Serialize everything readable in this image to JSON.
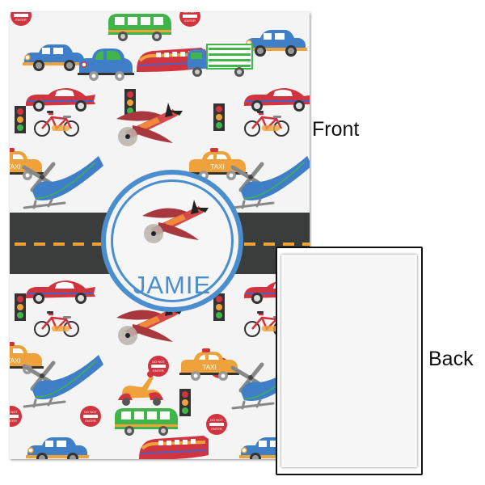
{
  "product": {
    "front_label": "Front",
    "back_label": "Back",
    "personalized_name": "JAMIE",
    "pattern_theme": "transportation",
    "pattern_items": [
      "car",
      "sports-car",
      "bus",
      "train",
      "truck",
      "taxi",
      "bicycle",
      "helicopter",
      "airplane",
      "scooter",
      "traffic-light",
      "do-not-enter-sign"
    ],
    "sign_text": {
      "do_not": "DO NOT",
      "enter": "ENTER",
      "taxi": "TAXI"
    }
  },
  "colors": {
    "badge_blue": "#4a8ed0",
    "road": "#3b3d3d",
    "road_dash": "#f0a23a",
    "background": "#f4f4f4",
    "red": "#d0343e",
    "blue_car": "#3f7fc8",
    "green": "#3fb54a",
    "orange": "#f0a23a"
  }
}
